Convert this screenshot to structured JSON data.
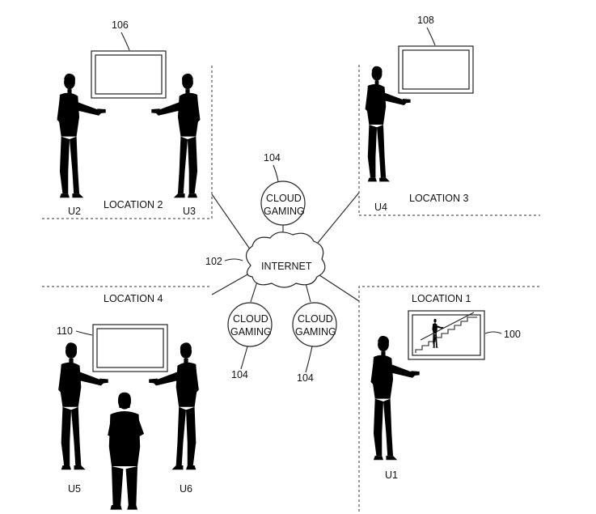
{
  "network": {
    "internet": "INTERNET",
    "internet_ref": "102",
    "cloud_label_1": "CLOUD",
    "cloud_label_2": "GAMING",
    "cloud_ref": "104"
  },
  "locations": {
    "loc1": "LOCATION 1",
    "loc2": "LOCATION 2",
    "loc3": "LOCATION 3",
    "loc4": "LOCATION 4"
  },
  "displays": {
    "d100": "100",
    "d106": "106",
    "d108": "108",
    "d110": "110"
  },
  "users": {
    "u1": "U1",
    "u2": "U2",
    "u3": "U3",
    "u4": "U4",
    "u5": "U5",
    "u6": "U6"
  }
}
